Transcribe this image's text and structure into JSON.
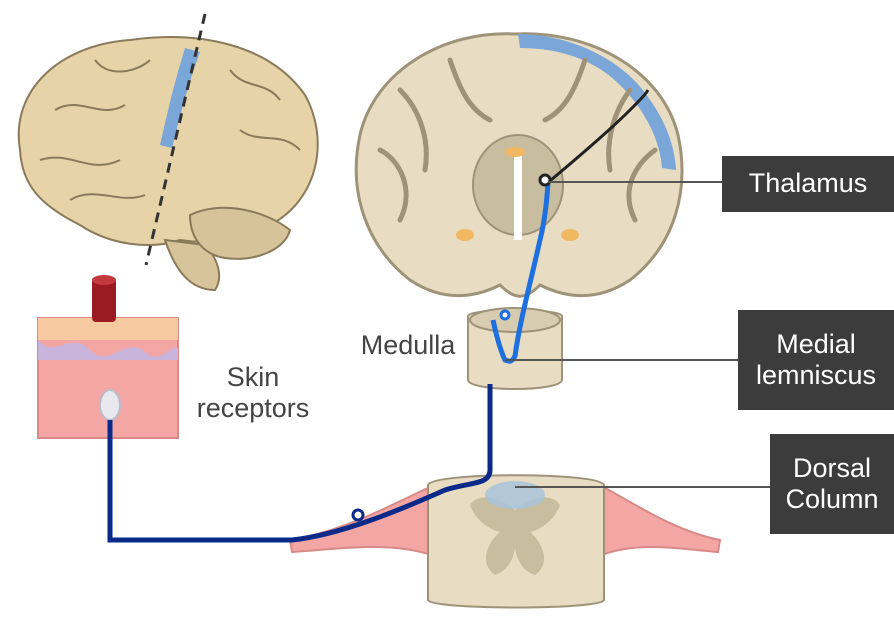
{
  "labels": {
    "thalamus": "Thalamus",
    "medial_lemniscus": "Medial\nlemniscus",
    "dorsal_column": "Dorsal\nColumn",
    "medulla": "Medulla",
    "skin_receptors": "Skin\nreceptors"
  },
  "colors": {
    "pathway_dark": "#0a2a8a",
    "pathway_light": "#1e6fe0",
    "cortex_highlight": "#7ba7d8",
    "tissue": "#e8ddc3",
    "grey_matter": "#c9bda0",
    "skin": "#f4a6a4",
    "label_box": "#3c3c3c"
  }
}
